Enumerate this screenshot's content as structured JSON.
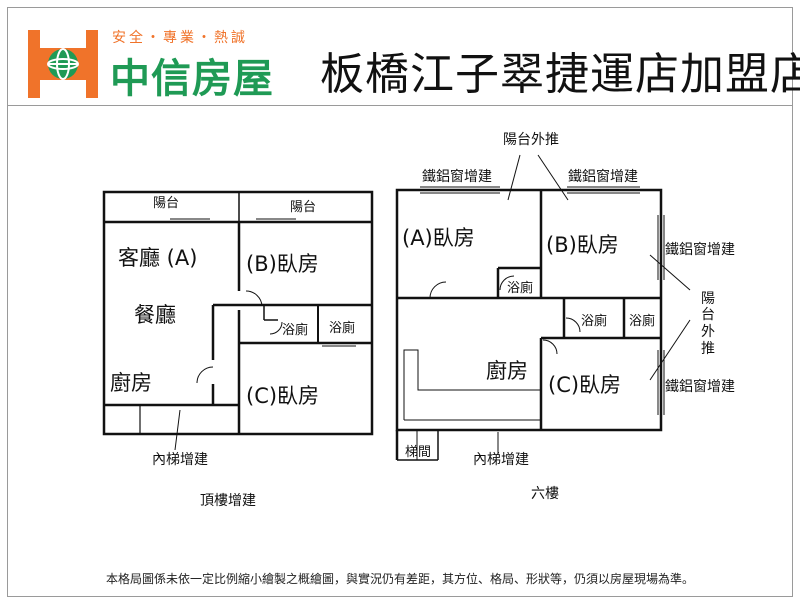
{
  "header": {
    "slogan": "安全・專業・熱誠",
    "brand": "中信房屋",
    "store": "板橋江子翠捷運店加盟店",
    "brand_color": "#1f9a55",
    "accent_color": "#f0732a"
  },
  "left_plan": {
    "title": "頂樓增建",
    "rooms": {
      "balcony_1": "陽台",
      "balcony_2": "陽台",
      "living": "客廳 (A)",
      "dining": "餐廳",
      "kitchen": "廚房",
      "bedroom_b": "(B)臥房",
      "bath_1": "浴廁",
      "bath_2": "浴廁",
      "bedroom_c": "(C)臥房"
    },
    "annotations": {
      "stair": "內梯增建"
    }
  },
  "right_plan": {
    "title": "六樓",
    "rooms": {
      "bedroom_a": "(A)臥房",
      "bedroom_b": "(B)臥房",
      "bath_1": "浴廁",
      "bath_2": "浴廁",
      "bath_3": "浴廁",
      "kitchen": "廚房",
      "bedroom_c": "(C)臥房",
      "stairwell": "梯間"
    },
    "annotations": {
      "balcony_out_top": "陽台外推",
      "window_1": "鐵鋁窗增建",
      "window_2": "鐵鋁窗增建",
      "window_right_top": "鐵鋁窗增建",
      "window_right_bottom": "鐵鋁窗增建",
      "balcony_out_right": [
        "陽",
        "台",
        "外",
        "推"
      ],
      "stair": "內梯增建"
    }
  },
  "footer": {
    "disclaimer": "本格局圖係未依一定比例縮小繪製之概繪圖，與實況仍有差距，其方位、格局、形狀等，仍須以房屋現場為準。"
  }
}
